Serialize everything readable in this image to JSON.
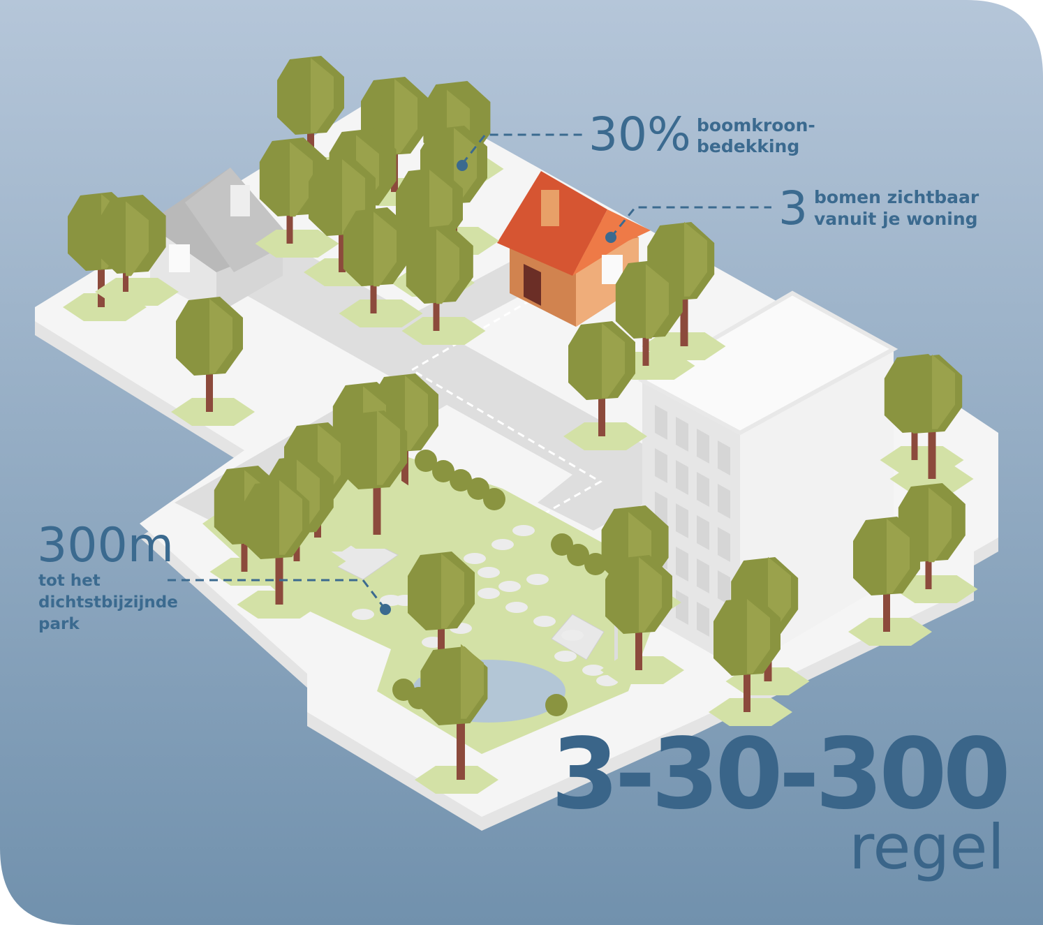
{
  "colors": {
    "background_top": "#b5c6d9",
    "background_bottom": "#7191ad",
    "text_accent": "#3b6a8f",
    "tree_crown": "#8a9440",
    "tree_trunk": "#8c4a3c",
    "grass": "#d3e1a6",
    "house_roof": "#d65532",
    "house_wall": "#efad7a"
  },
  "callouts": {
    "canopy": {
      "value": "30%",
      "line1": "boomkroon-",
      "line2": "bedekking"
    },
    "trees": {
      "value": "3",
      "line1": "bomen zichtbaar",
      "line2": "vanuit je woning"
    },
    "park": {
      "value": "300m",
      "line1": "tot het",
      "line2": "dichtstbijzijnde",
      "line3": "park"
    }
  },
  "title": {
    "main": "3-30-300",
    "sub": "regel"
  }
}
